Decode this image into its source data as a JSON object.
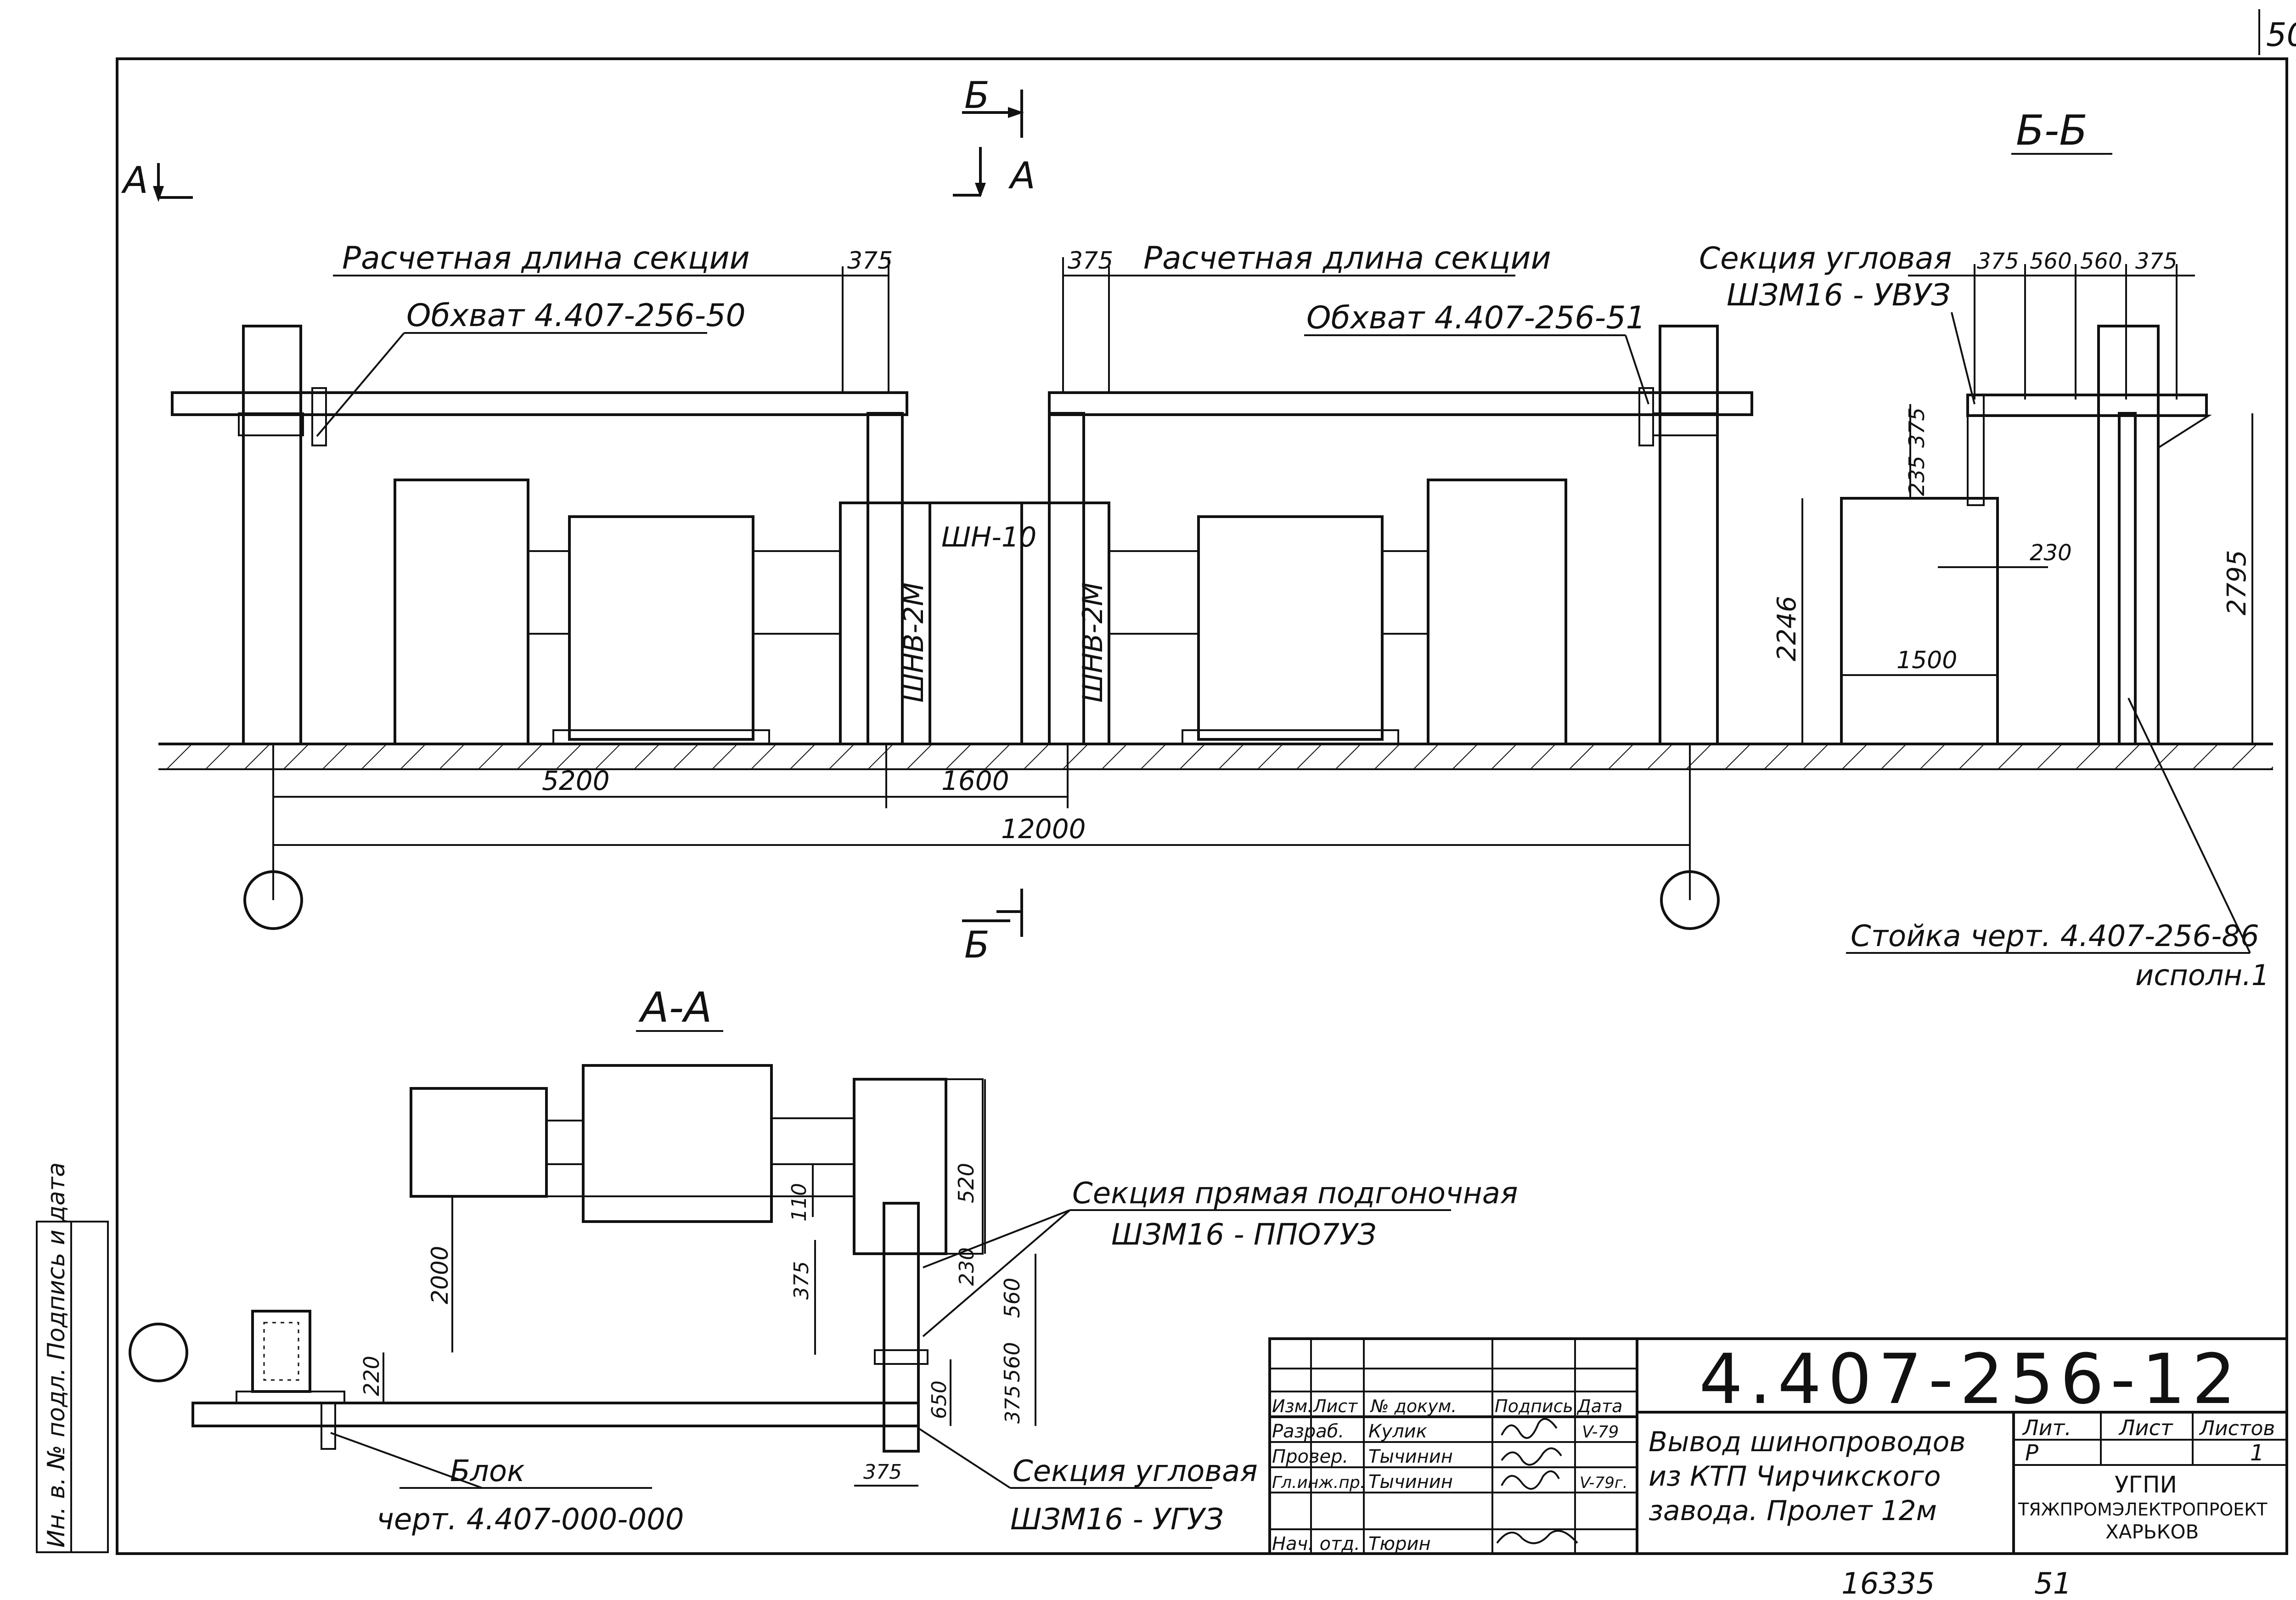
{
  "sheet_number": "50",
  "bottom_numbers": {
    "left": "16335",
    "right": "51"
  },
  "cut_marks": {
    "a_left": "А",
    "b_top": "Б",
    "a_top": "А",
    "b_bottom": "Б"
  },
  "view_bb": {
    "title": "Б-Б",
    "label_section": "Секция угловая",
    "label_section_code": "ШЗМ16 - УВУЗ",
    "dims_top": [
      "375",
      "560",
      "560",
      "375"
    ],
    "dim_v_small": "235",
    "dim_v_small2": "375",
    "dim_230": "230",
    "dim_1500": "1500",
    "dim_2246": "2246",
    "dim_2795": "2795",
    "stand_label": "Стойка черт. 4.407-256-86",
    "stand_sub": "исполн.1"
  },
  "elevation": {
    "calc_length_left": "Расчетная длина секции",
    "calc_length_right": "Расчетная длина секции",
    "dim_375_left": "375",
    "dim_375_right": "375",
    "clamp_left": "Обхват 4.407-256-50",
    "clamp_right": "Обхват 4.407-256-51",
    "cabinet_label": "ШН-10",
    "shnv_left": "ШНВ-2М",
    "shnv_right": "ШНВ-2М",
    "dim_5200": "5200",
    "dim_1600": "1600",
    "dim_12000": "12000"
  },
  "view_aa": {
    "title": "А-А",
    "straight_section": "Секция прямая подгоночная",
    "straight_code": "ШЗМ16 - ППО7УЗ",
    "corner_section": "Секция угловая",
    "corner_code": "ШЗМ16 - УГУЗ",
    "block": "Блок",
    "block_ref": "черт. 4.407-000-000",
    "dim_2000": "2000",
    "dim_220": "220",
    "dim_110": "110",
    "dim_520": "520",
    "dim_375a": "375",
    "dim_230": "230",
    "dim_560a": "560",
    "dim_560b": "560",
    "dim_650": "650",
    "dim_375b": "375",
    "dim_375c": "375"
  },
  "side_stamp": "Ин. в. № подл.  Подпись и дата",
  "title_block": {
    "code": "4.407-256-12",
    "header": [
      "Изм.",
      "Лист",
      "№ докум.",
      "Подпись",
      "Дата"
    ],
    "rows": [
      {
        "role": "Разраб.",
        "name": "Кулик",
        "date": "V-79"
      },
      {
        "role": "Провер.",
        "name": "Тычинин",
        "date": ""
      },
      {
        "role": "Гл.инж.пр.",
        "name": "Тычинин",
        "date": "V-79г."
      },
      {
        "role": "Нач. отд.",
        "name": "Тюрин",
        "date": ""
      }
    ],
    "title_lines": [
      "Вывод шинопроводов",
      "из КТП Чирчикского",
      "завода. Пролет 12м"
    ],
    "lit_label": "Лит.",
    "sheet_label": "Лист",
    "sheets_label": "Листов",
    "lit_value": "Р",
    "sheets_value": "1",
    "org_line1": "УГПИ",
    "org_line2": "ТЯЖПРОМЭЛЕКТРОПРОЕКТ",
    "org_line3": "ХАРЬКОВ"
  }
}
